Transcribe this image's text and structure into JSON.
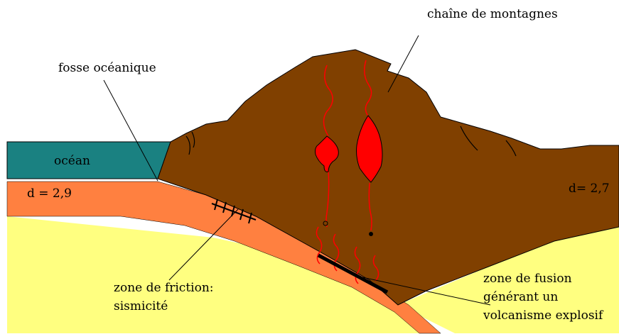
{
  "labels": {
    "mountain_chain": "chaîne de montagnes",
    "ocean_trench": "fosse océanique",
    "ocean": "océan",
    "oceanic_density": "d = 2,9",
    "continental_density": "d= 2,7",
    "friction_zone_line1": "zone de friction:",
    "friction_zone_line2": "sismicité",
    "fusion_zone_line1": "zone de fusion",
    "fusion_zone_line2": "générant un",
    "fusion_zone_line3": "volcanisme explosif"
  },
  "colors": {
    "ocean": "#1a8181",
    "oceanic_plate": "#ff8040",
    "mantle": "#ffff80",
    "continent": "#804000",
    "magma": "#ff0000"
  }
}
